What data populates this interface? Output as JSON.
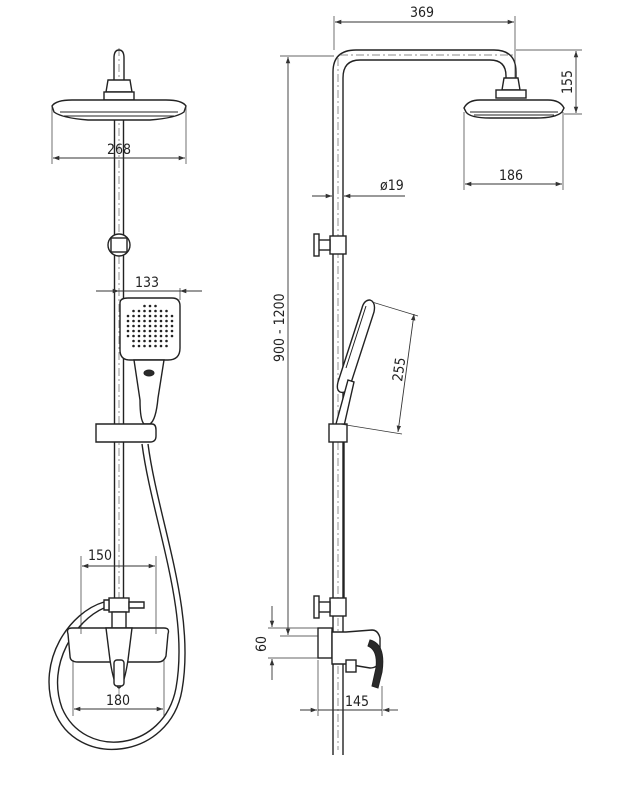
{
  "dimensions": {
    "head_width_front": "268",
    "hand_shower_width": "133",
    "mixer_spacing": "150",
    "mixer_width": "180",
    "arm_reach": "369",
    "head_drop": "155",
    "head_width_side": "186",
    "pipe_diameter": "ø19",
    "height_range": "900 - 1200",
    "hand_shower_length": "255",
    "mixer_height": "60",
    "mixer_depth": "145"
  },
  "colors": {
    "line": "#222222",
    "background": "#ffffff"
  }
}
